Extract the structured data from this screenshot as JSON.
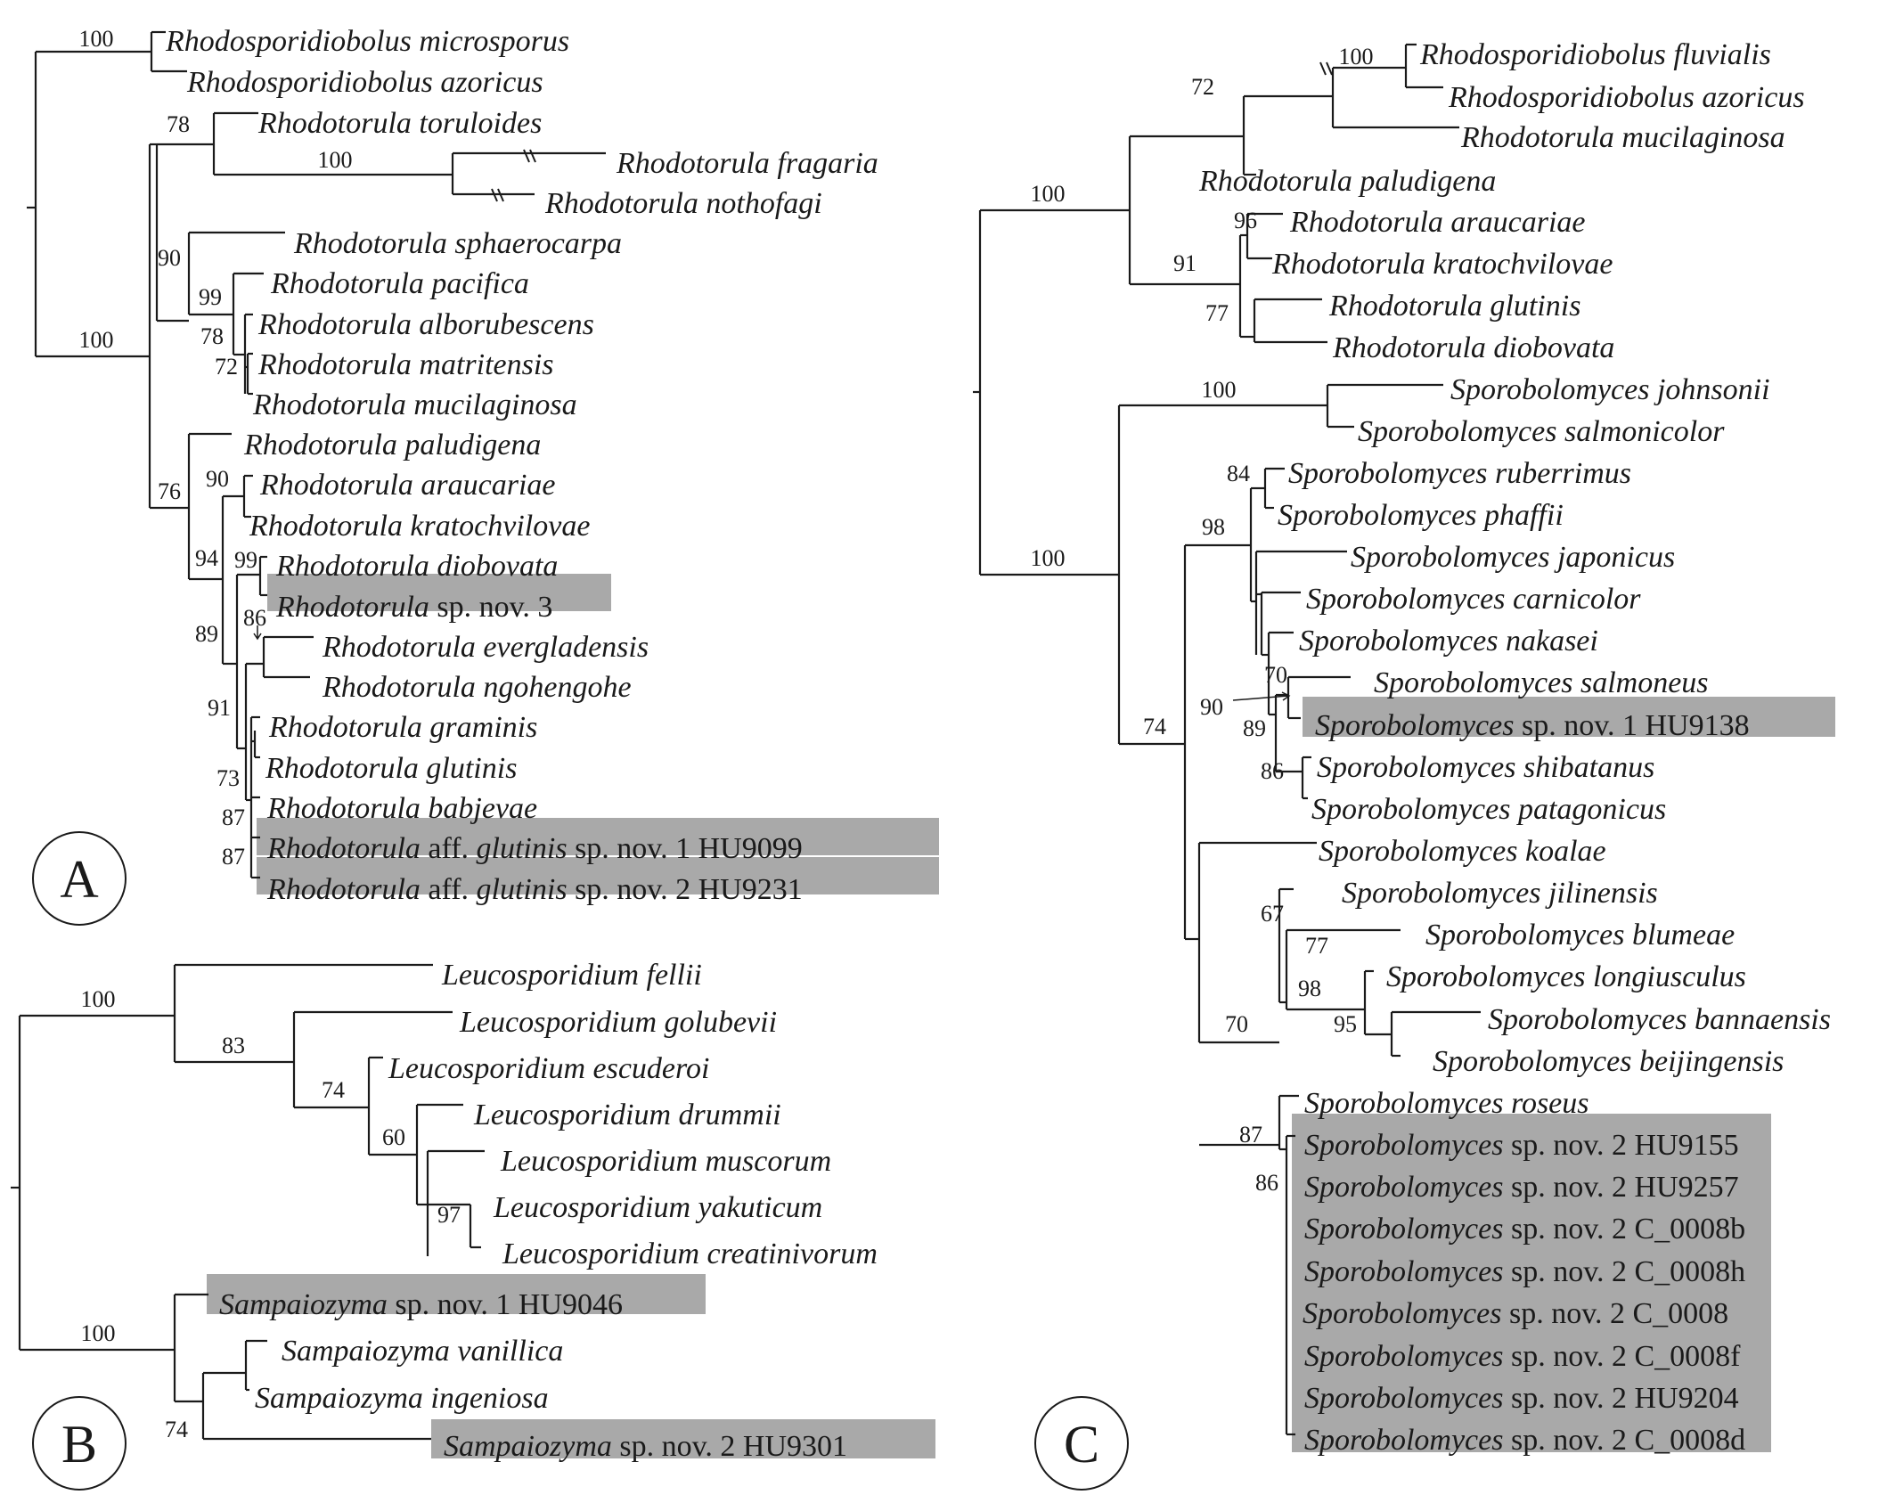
{
  "panels": [
    {
      "id": "A",
      "label": "A",
      "leaves": [
        {
          "genus": "Rhodosporidiobolus",
          "rest": "microsporus",
          "hl": false
        },
        {
          "genus": "Rhodosporidiobolus",
          "rest": "azoricus",
          "hl": false
        },
        {
          "genus": "Rhodotorula",
          "rest": "toruloides",
          "hl": false
        },
        {
          "genus": "Rhodotorula",
          "rest": "fragaria",
          "hl": false
        },
        {
          "genus": "Rhodotorula",
          "rest": "nothofagi",
          "hl": false
        },
        {
          "genus": "Rhodotorula",
          "rest": "sphaerocarpa",
          "hl": false
        },
        {
          "genus": "Rhodotorula",
          "rest": "pacifica",
          "hl": false
        },
        {
          "genus": "Rhodotorula",
          "rest": "alborubescens",
          "hl": false
        },
        {
          "genus": "Rhodotorula",
          "rest": "matritensis",
          "hl": false
        },
        {
          "genus": "Rhodotorula",
          "rest": "mucilaginosa",
          "hl": false
        },
        {
          "genus": "Rhodotorula",
          "rest": "paludigena",
          "hl": false
        },
        {
          "genus": "Rhodotorula",
          "rest": "araucariae",
          "hl": false
        },
        {
          "genus": "Rhodotorula",
          "rest": "kratochvilovae",
          "hl": false
        },
        {
          "genus": "Rhodotorula",
          "rest": "diobovata",
          "hl": false
        },
        {
          "genus": "Rhodotorula",
          "rest": " sp. nov. 3",
          "hl": true
        },
        {
          "genus": "Rhodotorula",
          "rest": "evergladensis",
          "hl": false
        },
        {
          "genus": "Rhodotorula",
          "rest": "ngohengohe",
          "hl": false
        },
        {
          "genus": "Rhodotorula",
          "rest": "graminis",
          "hl": false
        },
        {
          "genus": "Rhodotorula",
          "rest": "glutinis",
          "hl": false
        },
        {
          "genus": "Rhodotorula",
          "rest": "babjevae",
          "hl": false
        },
        {
          "genus": "Rhodotorula",
          "rest": " aff. glutinis sp. nov. 1 HU9099",
          "hl": true
        },
        {
          "genus": "Rhodotorula",
          "rest": " aff. glutinis sp. nov. 2 HU9231",
          "hl": true
        }
      ],
      "support": [
        "100",
        "100",
        "78",
        "100",
        "90",
        "99",
        "78",
        "72",
        "76",
        "90",
        "94",
        "99",
        "89",
        "86",
        "91",
        "73",
        "87",
        "87"
      ]
    },
    {
      "id": "B",
      "label": "B",
      "leaves": [
        {
          "genus": "Leucosporidium",
          "rest": "fellii",
          "hl": false
        },
        {
          "genus": "Leucosporidium",
          "rest": "golubevii",
          "hl": false
        },
        {
          "genus": "Leucosporidium",
          "rest": "escuderoi",
          "hl": false
        },
        {
          "genus": "Leucosporidium",
          "rest": "drummii",
          "hl": false
        },
        {
          "genus": "Leucosporidium",
          "rest": "muscorum",
          "hl": false
        },
        {
          "genus": "Leucosporidium",
          "rest": "yakuticum",
          "hl": false
        },
        {
          "genus": "Leucosporidium",
          "rest": "creatinivorum",
          "hl": false
        },
        {
          "genus": "Sampaiozyma",
          "rest": " sp. nov. 1 HU9046",
          "hl": true
        },
        {
          "genus": "Sampaiozyma",
          "rest": "vanillica",
          "hl": false
        },
        {
          "genus": "Sampaiozyma",
          "rest": "ingeniosa",
          "hl": false
        },
        {
          "genus": "Sampaiozyma",
          "rest": " sp. nov. 2 HU9301",
          "hl": true
        }
      ],
      "support": [
        "100",
        "83",
        "74",
        "60",
        "97",
        "100",
        "74"
      ]
    },
    {
      "id": "C",
      "label": "C",
      "leaves": [
        {
          "genus": "Rhodosporidiobolus",
          "rest": "fluvialis",
          "hl": false
        },
        {
          "genus": "Rhodosporidiobolus",
          "rest": "azoricus",
          "hl": false
        },
        {
          "genus": "Rhodotorula",
          "rest": "mucilaginosa",
          "hl": false
        },
        {
          "genus": "Rhodotorula",
          "rest": "paludigena",
          "hl": false
        },
        {
          "genus": "Rhodotorula",
          "rest": "araucariae",
          "hl": false
        },
        {
          "genus": "Rhodotorula",
          "rest": "kratochvilovae",
          "hl": false
        },
        {
          "genus": "Rhodotorula",
          "rest": "glutinis",
          "hl": false
        },
        {
          "genus": "Rhodotorula",
          "rest": "diobovata",
          "hl": false
        },
        {
          "genus": "Sporobolomyces",
          "rest": "johnsonii",
          "hl": false
        },
        {
          "genus": "Sporobolomyces",
          "rest": "salmonicolor",
          "hl": false
        },
        {
          "genus": "Sporobolomyces",
          "rest": "ruberrimus",
          "hl": false
        },
        {
          "genus": "Sporobolomyces",
          "rest": "phaffii",
          "hl": false
        },
        {
          "genus": "Sporobolomyces",
          "rest": "japonicus",
          "hl": false
        },
        {
          "genus": "Sporobolomyces",
          "rest": "carnicolor",
          "hl": false
        },
        {
          "genus": "Sporobolomyces",
          "rest": "nakasei",
          "hl": false
        },
        {
          "genus": "Sporobolomyces",
          "rest": "salmoneus",
          "hl": false
        },
        {
          "genus": "Sporobolomyces",
          "rest": " sp. nov. 1 HU9138",
          "hl": true
        },
        {
          "genus": "Sporobolomyces",
          "rest": "shibatanus",
          "hl": false
        },
        {
          "genus": "Sporobolomyces",
          "rest": "patagonicus",
          "hl": false
        },
        {
          "genus": "Sporobolomyces",
          "rest": "koalae",
          "hl": false
        },
        {
          "genus": "Sporobolomyces",
          "rest": "jilinensis",
          "hl": false
        },
        {
          "genus": "Sporobolomyces",
          "rest": "blumeae",
          "hl": false
        },
        {
          "genus": "Sporobolomyces",
          "rest": "longiusculus",
          "hl": false
        },
        {
          "genus": "Sporobolomyces",
          "rest": "bannaensis",
          "hl": false
        },
        {
          "genus": "Sporobolomyces",
          "rest": "beijingensis",
          "hl": false
        },
        {
          "genus": "Sporobolomyces",
          "rest": "roseus",
          "hl": false
        },
        {
          "genus": "Sporobolomyces",
          "rest": " sp. nov. 2 HU9155",
          "hl": true
        },
        {
          "genus": "Sporobolomyces",
          "rest": " sp. nov. 2 HU9257",
          "hl": true
        },
        {
          "genus": "Sporobolomyces",
          "rest": " sp. nov. 2 C_0008b",
          "hl": true
        },
        {
          "genus": "Sporobolomyces",
          "rest": " sp. nov. 2 C_0008h",
          "hl": true
        },
        {
          "genus": "Sporobolomyces",
          "rest": " sp. nov. 2 C_0008",
          "hl": true
        },
        {
          "genus": "Sporobolomyces",
          "rest": " sp. nov. 2 C_0008f",
          "hl": true
        },
        {
          "genus": "Sporobolomyces",
          "rest": " sp. nov. 2 HU9204",
          "hl": true
        },
        {
          "genus": "Sporobolomyces",
          "rest": " sp. nov. 2 C_0008d",
          "hl": true
        }
      ],
      "support": [
        "100",
        "72",
        "100",
        "96",
        "91",
        "77",
        "100",
        "100",
        "84",
        "98",
        "70",
        "90",
        "89",
        "86",
        "74",
        "67",
        "77",
        "98",
        "95",
        "70",
        "87",
        "86"
      ]
    }
  ]
}
